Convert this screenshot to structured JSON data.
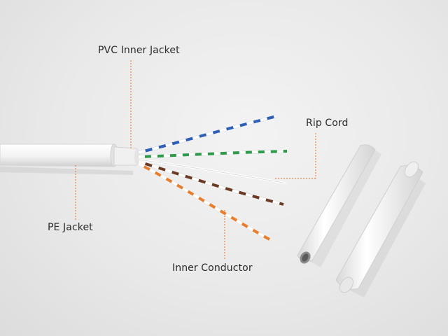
{
  "labels": {
    "pvc_inner_jacket": "PVC Inner Jacket",
    "rip_cord": "Rip Cord",
    "pe_jacket": "PE Jacket",
    "inner_conductor": "Inner Conductor"
  },
  "colors": {
    "background": "#ececec",
    "jacket": "#f7f7f7",
    "leader_line": "#e8864a",
    "pair_blue": "#2f5fb4",
    "pair_green": "#2f9a4a",
    "pair_brown": "#6b3a25",
    "pair_orange": "#e67e2e",
    "pair_white": "#ffffff"
  }
}
